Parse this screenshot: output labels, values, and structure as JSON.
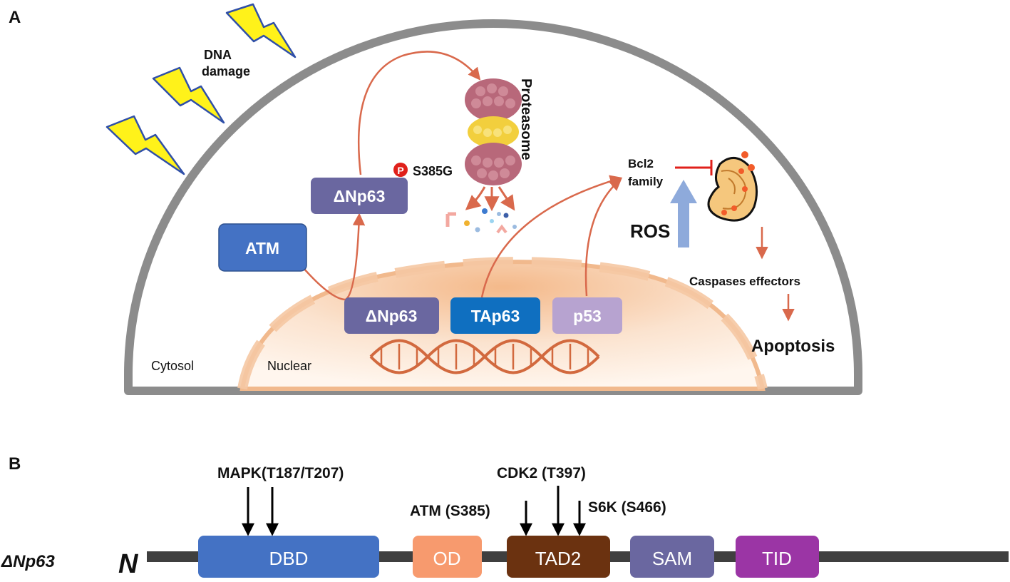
{
  "panel_a": {
    "label": "A",
    "dna_damage": [
      "DNA",
      "damage"
    ],
    "proteasome": "Proteasome",
    "phospho_mark": "P",
    "phospho_site": "S385G",
    "dnp63_cyto": "ΔNp63",
    "atm": "ATM",
    "dnp63_nuc": "ΔNp63",
    "tap63": "TAp63",
    "p53": "p53",
    "bcl2": [
      "Bcl2",
      "family"
    ],
    "ros": "ROS",
    "caspases": "Caspases effectors",
    "apoptosis": "Apoptosis",
    "cytosol": "Cytosol",
    "nuclear": "Nuclear",
    "colors": {
      "dnp63": "#6a67a0",
      "atm": "#4472c4",
      "tap63": "#0f6fc0",
      "p53": "#b7a3d0",
      "arrow": "#d9694c",
      "inhibit": "#e0201b",
      "cell_border": "#8c8c8c"
    }
  },
  "panel_b": {
    "label": "B",
    "protein": "ΔNp63",
    "n_term": "N",
    "kinases": {
      "mapk": "MAPK(T187/T207)",
      "atm": "ATM (S385)",
      "cdk2": "CDK2 (T397)",
      "s6k": "S6K (S466)"
    },
    "domains": [
      {
        "name": "DBD",
        "color": "#4472c4"
      },
      {
        "name": "OD",
        "color": "#f79a6e"
      },
      {
        "name": "TAD2",
        "color": "#6b3210"
      },
      {
        "name": "SAM",
        "color": "#6a67a0"
      },
      {
        "name": "TID",
        "color": "#9b35a5"
      }
    ]
  }
}
